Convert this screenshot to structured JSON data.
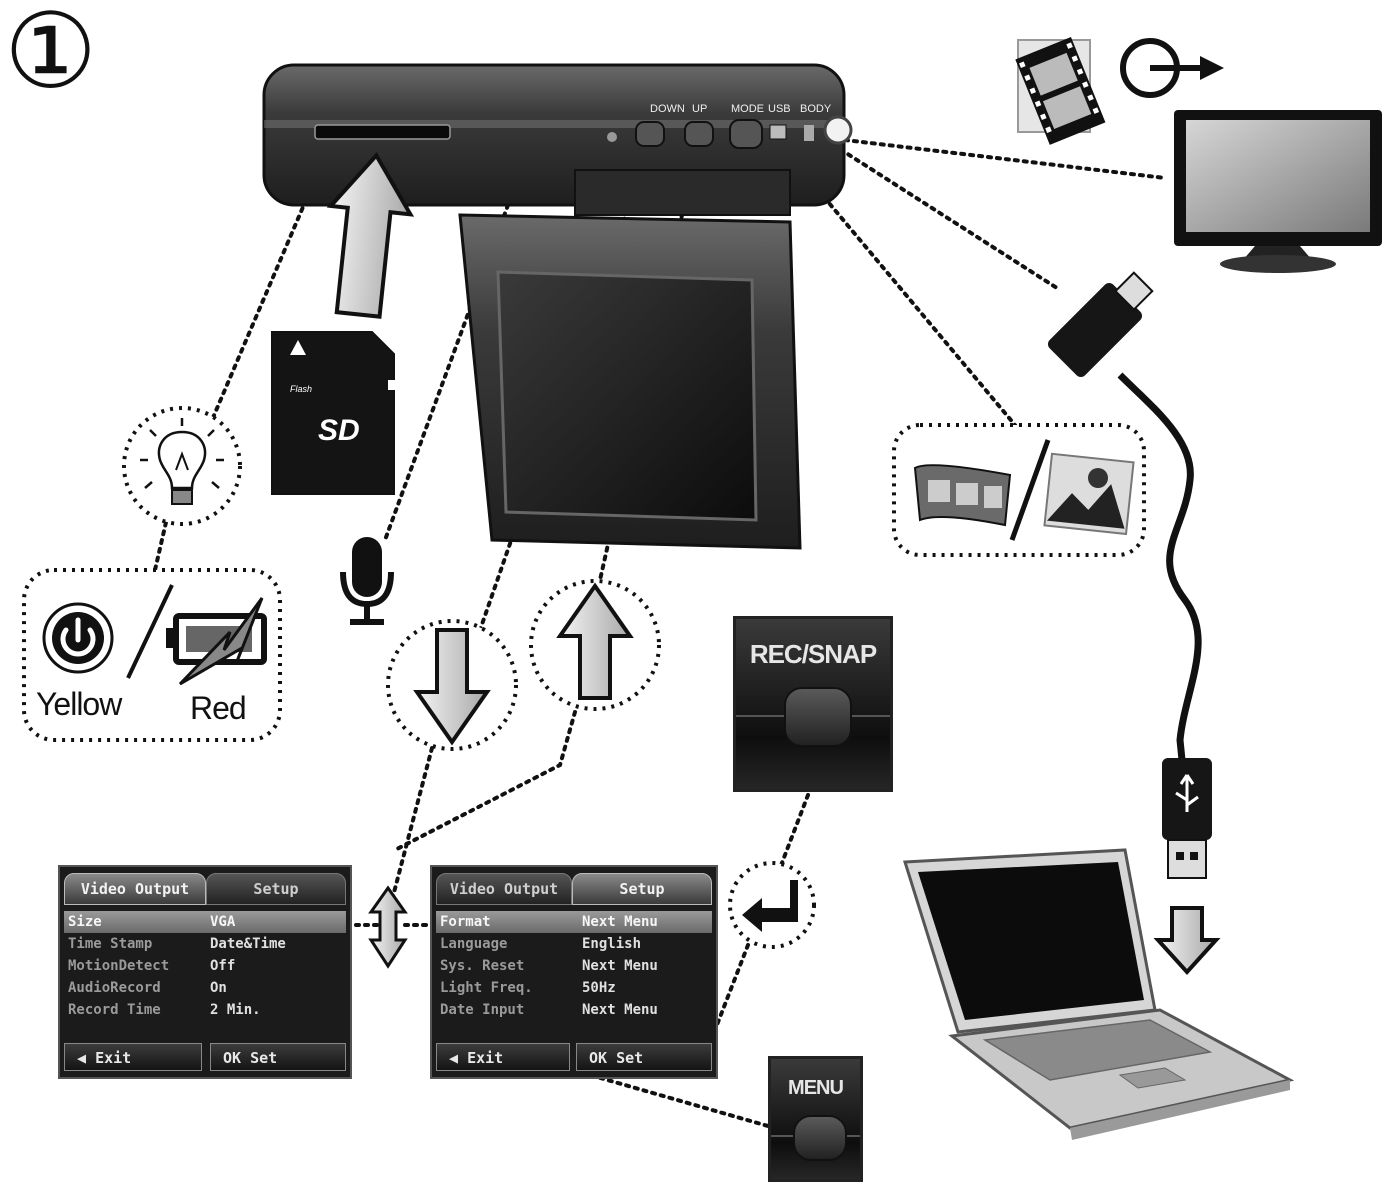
{
  "figure_number": "①",
  "device": {
    "button_labels": [
      "DOWN",
      "UP",
      "MODE",
      "USB",
      "BODY"
    ]
  },
  "sd_card": {
    "label": "SD"
  },
  "led_indicator": {
    "power_label": "Yellow",
    "battery_label": "Red"
  },
  "rec_snap_panel": {
    "label": "REC/SNAP"
  },
  "menu_panel": {
    "label": "MENU"
  },
  "menu_left": {
    "tabs": [
      "Video Output",
      "Setup"
    ],
    "active_tab": 0,
    "rows": [
      {
        "key": "Size",
        "value": "VGA"
      },
      {
        "key": "Time Stamp",
        "value": "Date&Time"
      },
      {
        "key": "MotionDetect",
        "value": "Off"
      },
      {
        "key": "AudioRecord",
        "value": "On"
      },
      {
        "key": "Record Time",
        "value": "2 Min."
      }
    ],
    "selected_row": 0,
    "exit_label": "Exit",
    "ok_label": "OK Set"
  },
  "menu_right": {
    "tabs": [
      "Video Output",
      "Setup"
    ],
    "active_tab": 1,
    "rows": [
      {
        "key": "Format",
        "value": "Next Menu"
      },
      {
        "key": "Language",
        "value": "English"
      },
      {
        "key": "Sys. Reset",
        "value": "Next Menu"
      },
      {
        "key": "Light Freq.",
        "value": "50Hz"
      },
      {
        "key": "Date Input",
        "value": "Next Menu"
      }
    ],
    "selected_row": 0,
    "exit_label": "Exit",
    "ok_label": "OK Set"
  },
  "icons": [
    "dashcam-device-icon",
    "sd-card-icon",
    "light-bulb-icon",
    "power-icon",
    "low-battery-icon",
    "microphone-icon",
    "down-arrow-icon",
    "up-arrow-icon",
    "enter-arrow-icon",
    "film-strip-icon",
    "tv-out-icon",
    "tv-monitor-icon",
    "video-photo-mode-icon",
    "usb-cable-icon",
    "laptop-icon",
    "insert-arrow-icon"
  ],
  "colors": {
    "ink": "#111111",
    "body_dark": "#2a2a2a",
    "paper": "#ffffff"
  }
}
